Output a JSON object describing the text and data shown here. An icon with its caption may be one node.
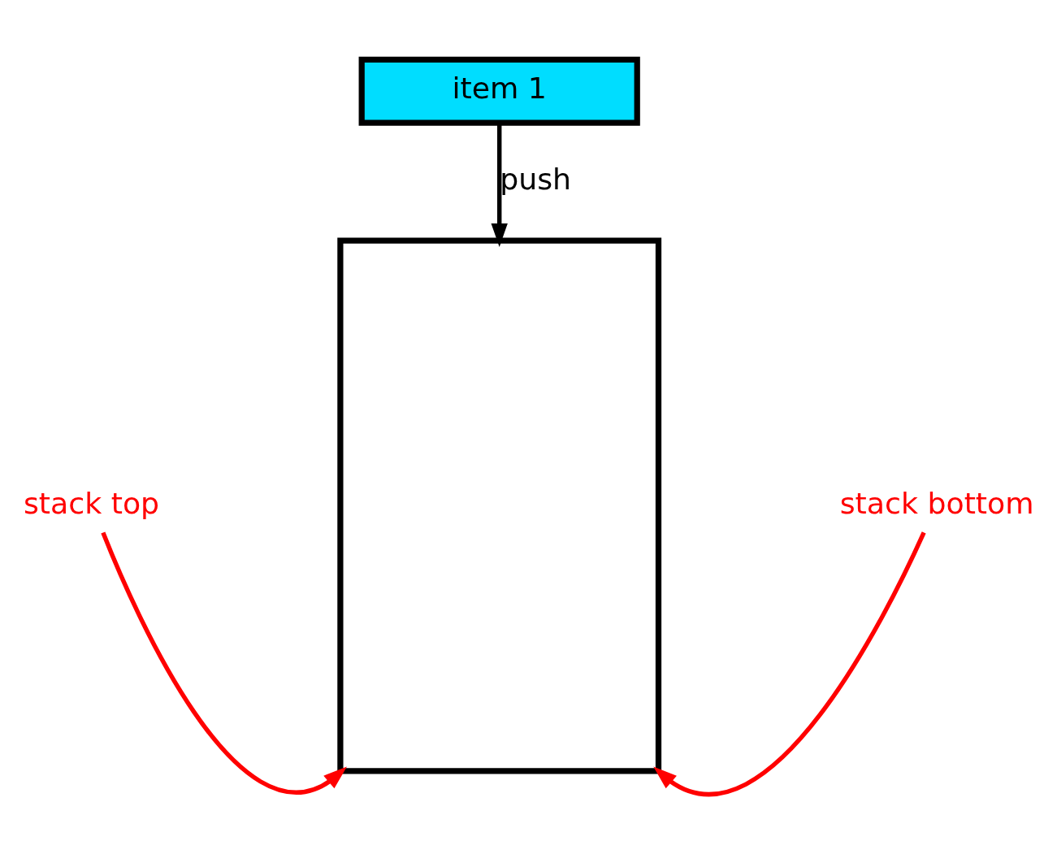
{
  "diagram": {
    "nodes": [
      {
        "text": [
          "item 1"
        ]
      },
      {
        "text": [],
        "shape": "box"
      },
      {
        "text": [
          "stack top"
        ]
      },
      {
        "text": [
          "stack bottom"
        ]
      }
    ],
    "edges": [
      {
        "from": 0,
        "to": 1,
        "arrow": "to",
        "label": "push",
        "color": "#000000"
      },
      {
        "from": 2,
        "to": 1,
        "arrow": "to",
        "color": "#ff0000"
      },
      {
        "from": 3,
        "to": 1,
        "arrow": "to",
        "color": "#ff0000"
      }
    ]
  }
}
